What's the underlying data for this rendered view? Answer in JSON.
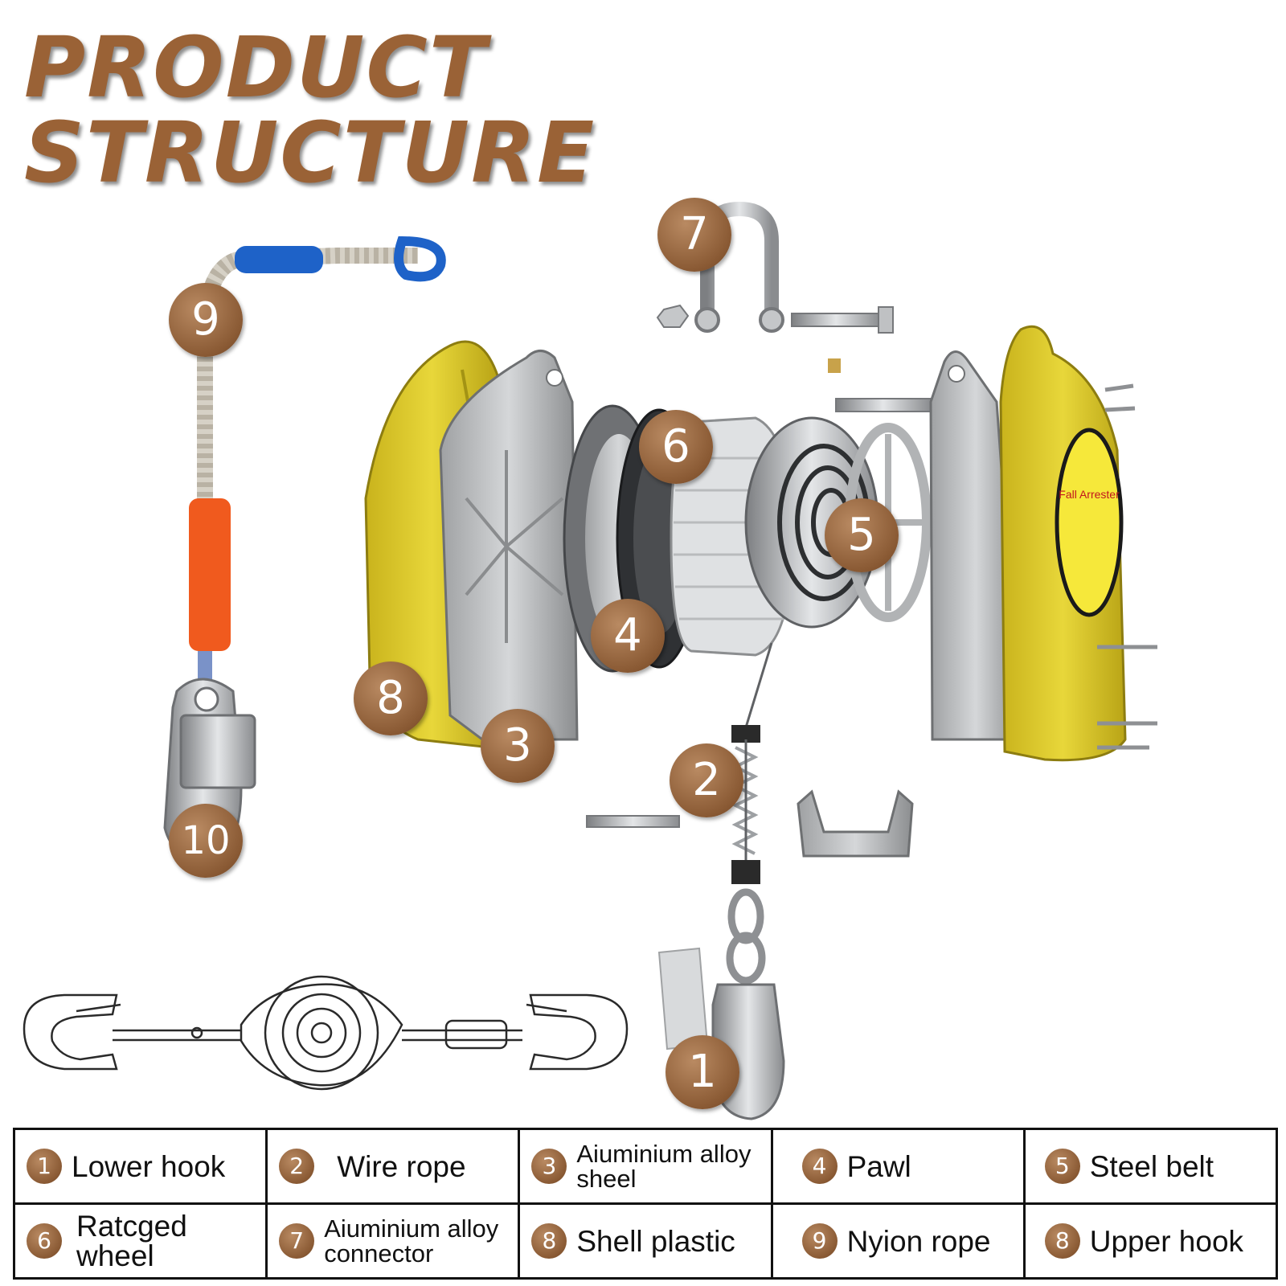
{
  "title": {
    "line1": "PRODUCT",
    "line2": "STRUCTURE"
  },
  "callouts": [
    "1",
    "2",
    "3",
    "4",
    "5",
    "6",
    "7",
    "8",
    "9",
    "10"
  ],
  "product_label": {
    "text": "Fall Arrester"
  },
  "legend": {
    "rows": [
      [
        {
          "num": "1",
          "label": "Lower hook"
        },
        {
          "num": "2",
          "label": "Wire rope"
        },
        {
          "num": "3",
          "label": "Aiuminium alloy sheel"
        },
        {
          "num": "4",
          "label": "Pawl"
        },
        {
          "num": "5",
          "label": "Steel belt"
        }
      ],
      [
        {
          "num": "6",
          "label": "Ratcged wheel"
        },
        {
          "num": "7",
          "label": "Aiuminium alloy connector"
        },
        {
          "num": "8",
          "label": "Shell plastic"
        },
        {
          "num": "9",
          "label": "Nyion rope"
        },
        {
          "num": "8",
          "label": "Upper hook"
        }
      ]
    ]
  },
  "colors": {
    "title": "#9a6236",
    "badge": "#8a5a34",
    "housing_yellow": "#e0cc2a",
    "nylon_blue": "#1e62c8",
    "sleeve_orange": "#f05a1e"
  }
}
